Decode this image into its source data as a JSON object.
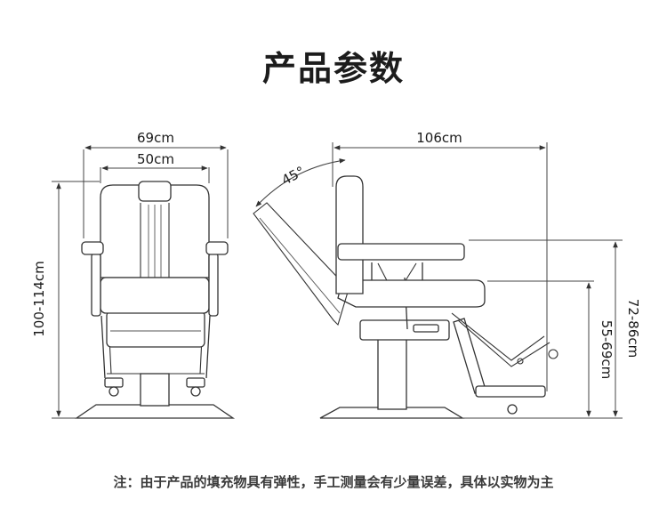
{
  "title": "产品参数",
  "dimensions": {
    "front_outer_width": "69cm",
    "front_seat_width": "50cm",
    "front_height": "100-114cm",
    "side_length": "106cm",
    "recline_angle": "45°",
    "armrest_height": "72-86cm",
    "seat_height": "55-69cm"
  },
  "note": "注：由于产品的填充物具有弹性，手工测量会有少量误差，具体以实物为主"
}
